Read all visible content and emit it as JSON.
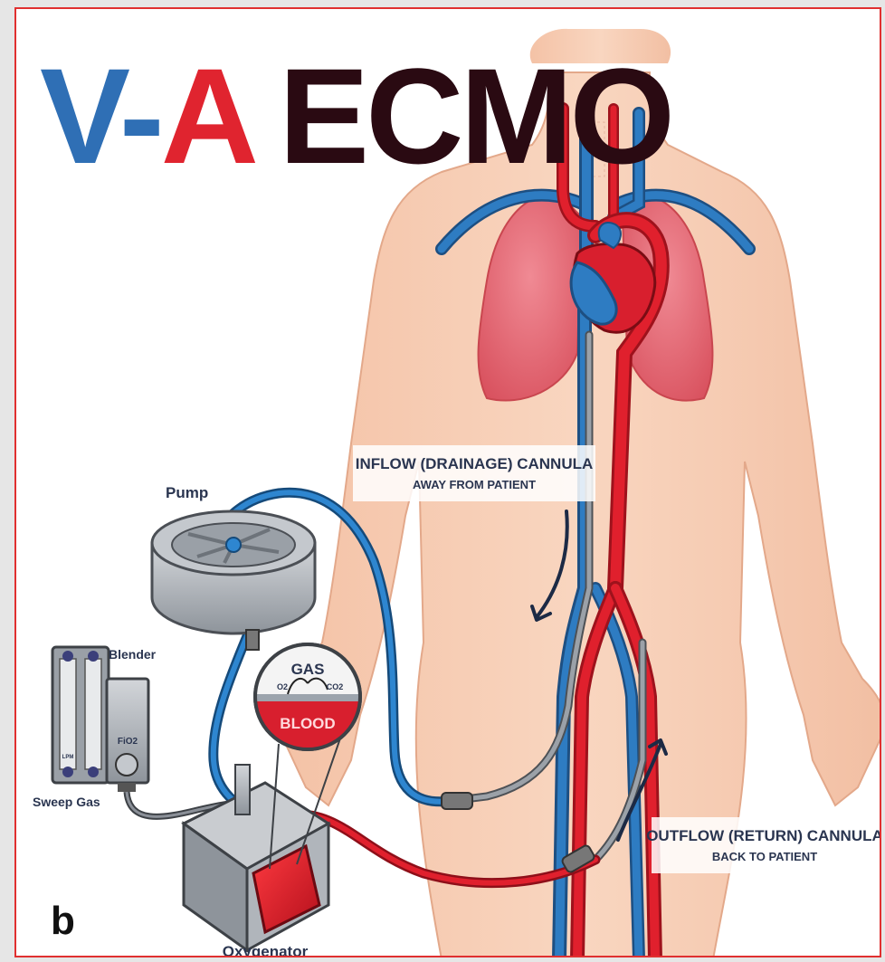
{
  "title": {
    "v": "V",
    "dash": "-",
    "a": "A",
    "rest": "ECMO"
  },
  "labels": {
    "pump": "Pump",
    "blender": "Blender",
    "sweep_gas": "Sweep Gas",
    "fio2": "FiO2",
    "lpm": "LPM",
    "oxygenator": "Oxygenator",
    "inflow_line1": "Inflow (Drainage) cannula",
    "inflow_line2": "Away from patient",
    "outflow_line1": "Outflow (Return) cannula",
    "outflow_line2": "Back to patient",
    "gas": "GAS",
    "blood": "BLOOD",
    "o2": "O2",
    "co2": "CO2"
  },
  "panel_letter": "b",
  "colors": {
    "frame": "#e03030",
    "venous": "#1f6fb0",
    "arterial": "#d81f2e",
    "skin": "#f7cdb4",
    "lung": "#e8707c",
    "title_blue": "#2f6fb5",
    "title_red": "#e0242f",
    "title_dark": "#2a0a12"
  }
}
